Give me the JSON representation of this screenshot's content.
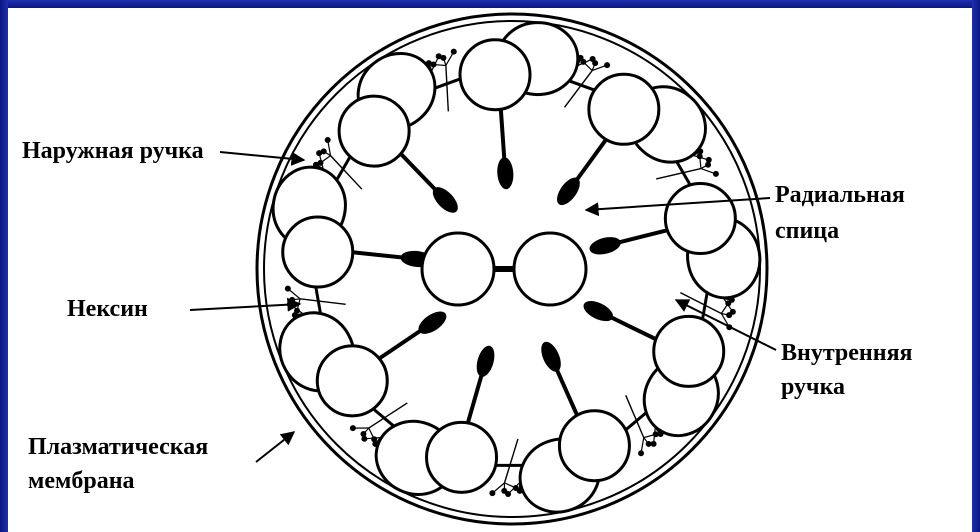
{
  "labels": {
    "outer_arm": "Наружная ручка",
    "radial_spoke_1": "Радиальная",
    "radial_spoke_2": "спица",
    "nexin": "Нексин",
    "inner_arm_1": "Внутренняя",
    "inner_arm_2": "ручка",
    "membrane_1": "Плазматическая",
    "membrane_2": "мембрана"
  },
  "structure": {
    "doublet_count": 9,
    "central_pair_count": 2,
    "radial_spoke_count": 9
  },
  "colors": {
    "background": "#0b1a8c",
    "panel": "#ffffff",
    "ink": "#000000"
  }
}
